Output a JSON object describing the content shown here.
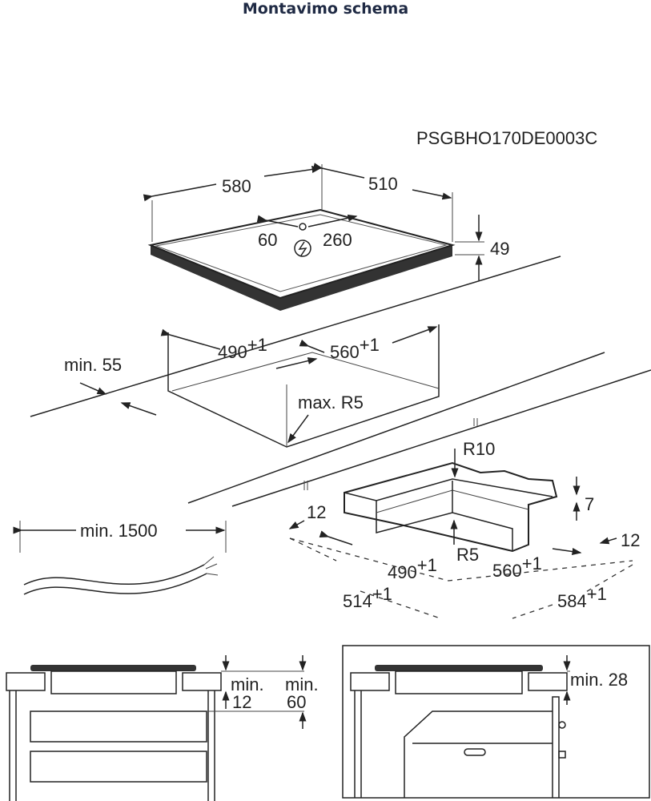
{
  "title": "Montavimo schema",
  "code": "PSGBHO170DE0003C",
  "hob": {
    "width": "580",
    "depth": "510",
    "conn_a": "60",
    "conn_b": "260",
    "height": "49"
  },
  "cutout": {
    "width": "490",
    "depth": "560",
    "tol": "+1",
    "min_edge": "min. 55",
    "radius": "max. R5"
  },
  "cable": {
    "length": "min. 1500"
  },
  "frame": {
    "r10": "R10",
    "r5": "R5",
    "depth7": "7",
    "gap_left": "12",
    "gap_right": "12",
    "inner_w": "490",
    "inner_d": "560",
    "outer_w": "514",
    "outer_d": "584",
    "tol": "+1"
  },
  "side_left": {
    "min_label": "min.",
    "val12": "12",
    "val60": "60"
  },
  "side_right": {
    "label": "min. 28"
  }
}
